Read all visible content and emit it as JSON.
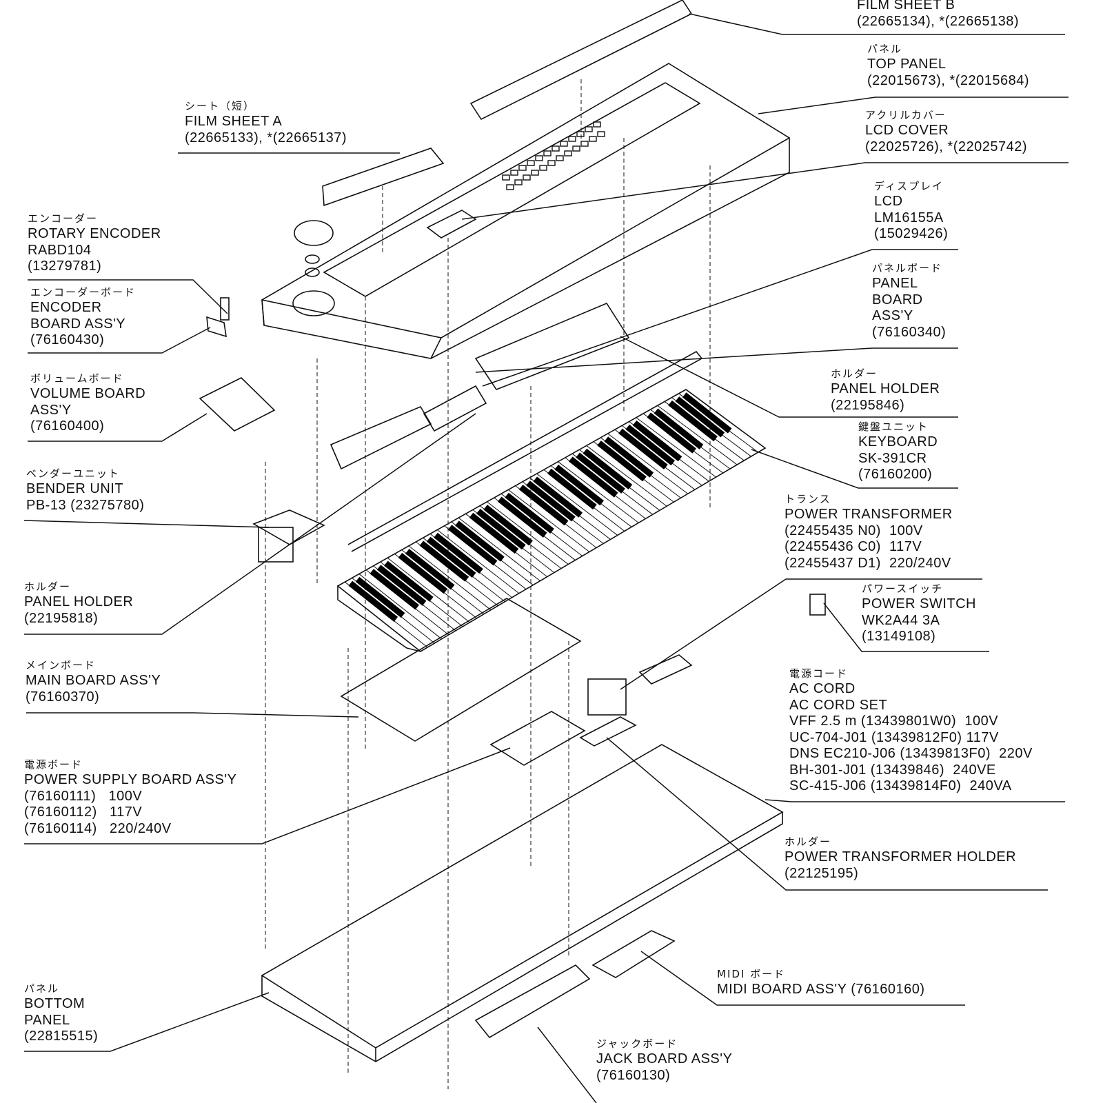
{
  "labels": [
    {
      "id": "film-sheet-b",
      "jp": "",
      "lines": [
        "FILM SHEET B",
        "(22665134), *(22665138)"
      ]
    },
    {
      "id": "top-panel",
      "jp": "パネル",
      "lines": [
        "TOP PANEL",
        "(22015673), *(22015684)"
      ]
    },
    {
      "id": "lcd-cover",
      "jp": "アクリルカバー",
      "lines": [
        "LCD COVER",
        "(22025726), *(22025742)"
      ]
    },
    {
      "id": "lcd",
      "jp": "ディスプレイ",
      "lines": [
        "LCD",
        "LM16155A",
        "(15029426)"
      ]
    },
    {
      "id": "panel-board",
      "jp": "パネルボード",
      "lines": [
        "PANEL",
        "BOARD",
        "ASS'Y",
        "(76160340)"
      ]
    },
    {
      "id": "panel-holder-right",
      "jp": "ホルダー",
      "lines": [
        "PANEL HOLDER",
        "(22195846)"
      ]
    },
    {
      "id": "keyboard",
      "jp": "鍵盤ユニット",
      "lines": [
        "KEYBOARD",
        "SK-391CR",
        "(76160200)"
      ]
    },
    {
      "id": "power-transformer",
      "jp": "トランス",
      "lines": [
        "POWER TRANSFORMER",
        "(22455435 N0)  100V",
        "(22455436 C0)  117V",
        "(22455437 D1)  220/240V"
      ]
    },
    {
      "id": "power-switch",
      "jp": "パワースイッチ",
      "lines": [
        "POWER SWITCH",
        "WK2A44 3A",
        "(13149108)"
      ]
    },
    {
      "id": "ac-cord",
      "jp": "電源コード",
      "lines": [
        "AC CORD",
        "AC CORD SET",
        "VFF 2.5 m (13439801W0)  100V",
        "UC-704-J01 (13439812F0) 117V",
        "DNS EC210-J06 (13439813F0)  220V",
        "BH-301-J01 (13439846)  240VE",
        "SC-415-J06 (13439814F0)  240VA"
      ]
    },
    {
      "id": "power-transformer-holder",
      "jp": "ホルダー",
      "lines": [
        "POWER TRANSFORMER HOLDER",
        "(22125195)"
      ]
    },
    {
      "id": "midi-board",
      "jp": "MIDI ボード",
      "lines": [
        "MIDI BOARD ASS'Y (76160160)"
      ]
    },
    {
      "id": "jack-board",
      "jp": "ジャックボード",
      "lines": [
        "JACK BOARD ASS'Y",
        "(76160130)"
      ]
    },
    {
      "id": "film-sheet-a",
      "jp": "シート（短）",
      "lines": [
        "FILM SHEET A",
        "(22665133), *(22665137)"
      ]
    },
    {
      "id": "rotary-encoder",
      "jp": "エンコーダー",
      "lines": [
        "ROTARY ENCODER",
        "RABD104",
        "(13279781)"
      ]
    },
    {
      "id": "encoder-board",
      "jp": "エンコーダーボード",
      "lines": [
        "ENCODER",
        "BOARD ASS'Y",
        "(76160430)"
      ]
    },
    {
      "id": "volume-board",
      "jp": "ボリュームボード",
      "lines": [
        "VOLUME BOARD",
        "ASS'Y",
        "(76160400)"
      ]
    },
    {
      "id": "bender-unit",
      "jp": "ベンダーユニット",
      "lines": [
        "BENDER UNIT",
        "PB-13 (23275780)"
      ]
    },
    {
      "id": "panel-holder-left",
      "jp": "ホルダー",
      "lines": [
        "PANEL HOLDER",
        "(22195818)"
      ]
    },
    {
      "id": "main-board",
      "jp": "メインボード",
      "lines": [
        "MAIN BOARD ASS'Y",
        "(76160370)"
      ]
    },
    {
      "id": "power-supply-board",
      "jp": "電源ボード",
      "lines": [
        "POWER SUPPLY BOARD ASS'Y",
        "(76160111)   100V",
        "(76160112)   117V",
        "(76160114)   220/240V"
      ]
    },
    {
      "id": "bottom-panel",
      "jp": "パネル",
      "lines": [
        "BOTTOM",
        "PANEL",
        "(22815515)"
      ]
    }
  ]
}
